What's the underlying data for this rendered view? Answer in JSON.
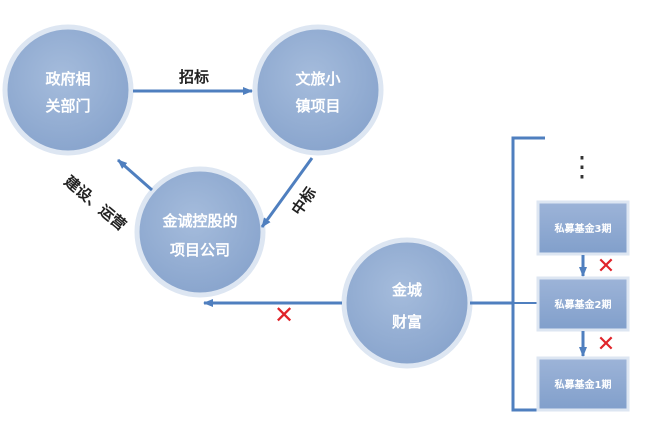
{
  "nodes": {
    "government": {
      "line1": "政府相",
      "line2": "关部门"
    },
    "town_project": {
      "line1": "文旅小",
      "line2": "镇项目"
    },
    "project_company": {
      "line1": "金诚控股的",
      "line2": "项目公司"
    },
    "jincheng_wealth": {
      "line1": "金城",
      "line2": "财富"
    }
  },
  "funds": {
    "fund3": "私募基金3期",
    "fund2": "私募基金2期",
    "fund1": "私募基金1期",
    "more": "⋮"
  },
  "edges": {
    "bid": "招标",
    "win_bid": "中标",
    "build_operate": "建设、运营"
  },
  "marks": {
    "cross": "✕"
  },
  "colors": {
    "node_fill": "#8ea9d0",
    "node_stroke": "#dde6f2",
    "arrow": "#4f7fbf",
    "cross": "#e0242a",
    "bracket": "#4f7fbf"
  }
}
